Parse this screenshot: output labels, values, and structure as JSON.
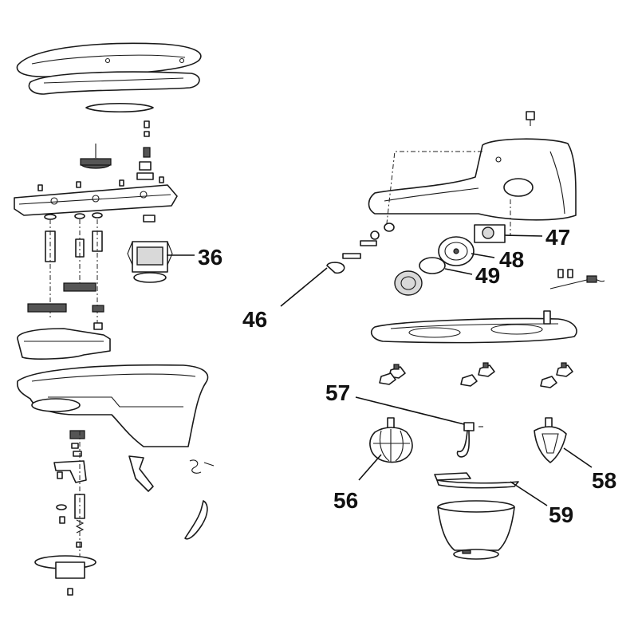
{
  "callouts": [
    {
      "id": "36",
      "label": "36"
    },
    {
      "id": "46",
      "label": "46"
    },
    {
      "id": "47",
      "label": "47"
    },
    {
      "id": "48",
      "label": "48"
    },
    {
      "id": "49",
      "label": "49"
    },
    {
      "id": "56",
      "label": "56"
    },
    {
      "id": "57",
      "label": "57"
    },
    {
      "id": "58",
      "label": "58"
    },
    {
      "id": "59",
      "label": "59"
    }
  ]
}
